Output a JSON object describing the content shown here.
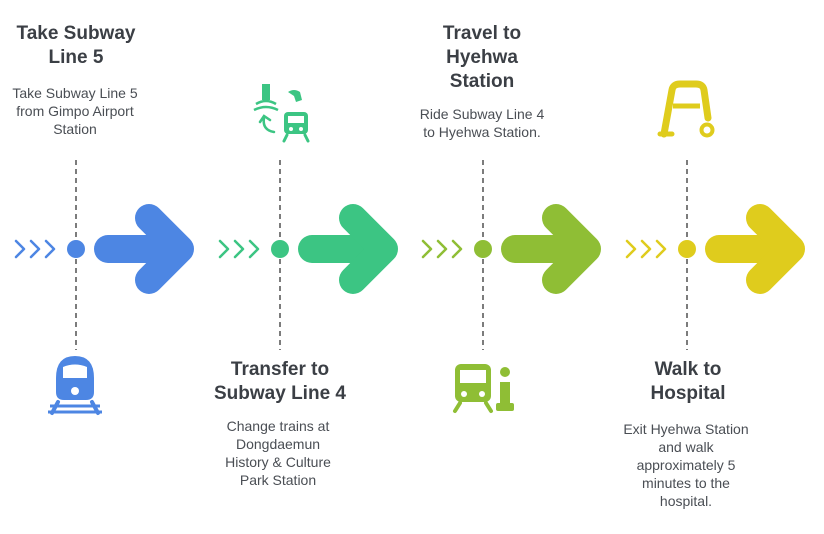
{
  "colors": {
    "blue": "#4d86e3",
    "green": "#3cc583",
    "lime": "#8fbe35",
    "yellow": "#dfcc1d",
    "title_text": "#3b3f45",
    "body_text": "#4a4e54",
    "dashed_line": "#505050"
  },
  "steps": [
    {
      "title": "Take Subway\nLine 5",
      "description": "Take Subway Line 5\nfrom Gimpo Airport\nStation",
      "icon": "subway-train-icon",
      "color": "#4d86e3"
    },
    {
      "title": "Transfer to\nSubway Line 4",
      "description": "Change trains at\nDongdaemun\nHistory & Culture\nPark Station",
      "icon": "transfer-icon",
      "color": "#3cc583"
    },
    {
      "title": "Travel to\nHyehwa\nStation",
      "description": "Ride Subway Line 4\nto Hyehwa Station.",
      "icon": "train-info-icon",
      "color": "#8fbe35"
    },
    {
      "title": "Walk to\nHospital",
      "description": "Exit Hyehwa Station\nand walk\napproximately 5\nminutes to the\nhospital.",
      "icon": "walker-icon",
      "color": "#dfcc1d"
    }
  ]
}
